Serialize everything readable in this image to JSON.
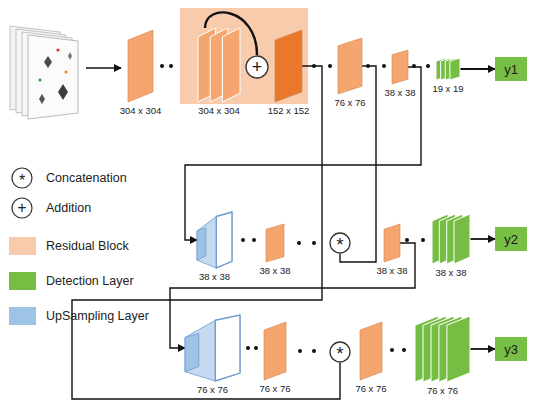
{
  "diagram": {
    "nodes": [
      {
        "text": [
          "304 x 304"
        ]
      },
      {
        "text": [
          "304 x 304"
        ]
      },
      {
        "text": [
          "+"
        ]
      },
      {
        "text": [
          "152 x 152"
        ]
      },
      {
        "text": [
          "76 x 76"
        ]
      },
      {
        "text": [
          "38 x 38"
        ]
      },
      {
        "text": [
          "19 x 19"
        ]
      },
      {
        "text": [
          "y1"
        ]
      },
      {
        "text": [
          "38 x 38"
        ]
      },
      {
        "text": [
          "38 x 38"
        ]
      },
      {
        "text": [
          "*"
        ]
      },
      {
        "text": [
          "38 x 38"
        ]
      },
      {
        "text": [
          "38 x 38"
        ]
      },
      {
        "text": [
          "y2"
        ]
      },
      {
        "text": [
          "76 x 76"
        ]
      },
      {
        "text": [
          "76 x 76"
        ]
      },
      {
        "text": [
          "*"
        ]
      },
      {
        "text": [
          "76 x 76"
        ]
      },
      {
        "text": [
          "76 x 76"
        ]
      },
      {
        "text": [
          "y3"
        ]
      }
    ],
    "edges": [
      {
        "from": 1,
        "to": 2,
        "arrow": "none"
      },
      {
        "from": 6,
        "to": 7,
        "arrow": "to"
      },
      {
        "from": 5,
        "to": 8,
        "arrow": "to"
      },
      {
        "from": 4,
        "to": 10,
        "arrow": "none"
      },
      {
        "from": 12,
        "to": 13,
        "arrow": "to"
      },
      {
        "from": 11,
        "to": 14,
        "arrow": "to"
      },
      {
        "from": 3,
        "to": 16,
        "arrow": "none"
      },
      {
        "from": 18,
        "to": 19,
        "arrow": "to"
      }
    ],
    "labels": [
      "*",
      "+"
    ],
    "legend": [
      {
        "text": "Concatenation"
      },
      {
        "text": "Addition"
      },
      {
        "text": "Residual Block",
        "color": "#f8cbad"
      },
      {
        "text": "Detection Layer",
        "color": "#76bd44"
      },
      {
        "text": "UpSampling Layer",
        "color": "#9dc3e6"
      }
    ]
  }
}
